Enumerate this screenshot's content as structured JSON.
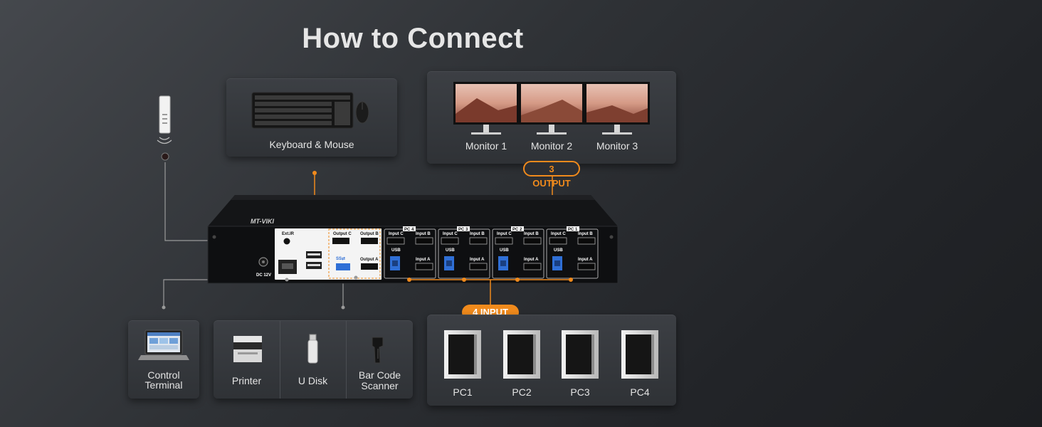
{
  "title": "How to Connect",
  "peripherals": {
    "keyboard_mouse": "Keyboard & Mouse",
    "monitors": [
      "Monitor 1",
      "Monitor 2",
      "Monitor 3"
    ],
    "output_tag": "3 OUTPUT",
    "input_tag": "4 INPUT",
    "control_terminal": [
      "Control",
      "Terminal"
    ],
    "usb_devices": [
      "Printer",
      "U Disk",
      "Bar Code",
      "Scanner"
    ],
    "pcs": [
      "PC1",
      "PC2",
      "PC3",
      "PC4"
    ]
  },
  "device": {
    "brand": "MT-VIKI",
    "power": "DC 12V",
    "ext_ir": "Ext.IR",
    "outputs": [
      "Output C",
      "Output B",
      "Output A"
    ],
    "usb3": "SS",
    "pc_groups": [
      {
        "tag": "PC 4",
        "input_c": "Input C",
        "input_b": "Input B",
        "usb": "USB",
        "input_a": "Input A"
      },
      {
        "tag": "PC 3",
        "input_c": "Input C",
        "input_b": "Input B",
        "usb": "USB",
        "input_a": "Input A"
      },
      {
        "tag": "PC 2",
        "input_c": "Input C",
        "input_b": "Input B",
        "usb": "USB",
        "input_a": "Input A"
      },
      {
        "tag": "PC 1",
        "input_c": "Input C",
        "input_b": "Input B",
        "usb": "USB",
        "input_a": "Input A"
      }
    ]
  },
  "colors": {
    "accent": "#f08a1c",
    "panel": "#35383d",
    "background": "#2b2d31",
    "usb_blue": "#2f6fd6",
    "line_gray": "#9a9a9a"
  }
}
